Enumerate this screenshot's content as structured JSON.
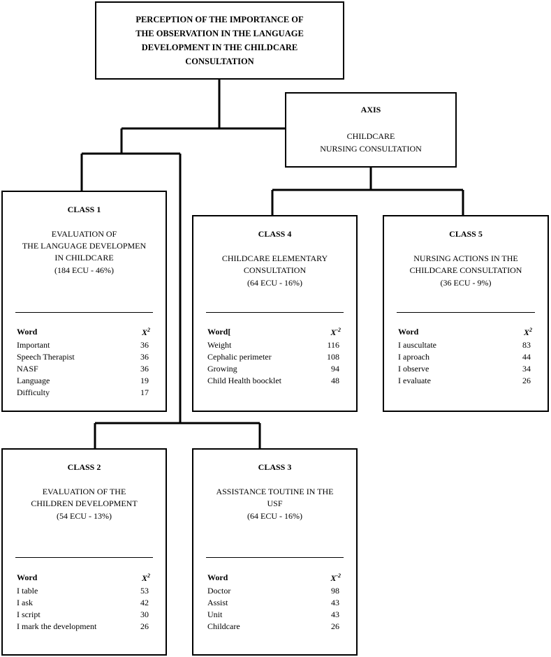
{
  "title": "PERCEPTION OF THE IMPORTANCE OF THE OBSERVATION IN THE LANGUAGE DEVELOPMENT IN THE  CHILDCARE CONSULTATION",
  "axis": {
    "label": "AXIS",
    "line1": "CHILDCARE",
    "line2": "NURSING CONSULTATION"
  },
  "table_header": {
    "word": "Word",
    "chi": "X",
    "chi_sup": "2"
  },
  "classes": [
    {
      "name": "CLASS 1",
      "description_lines": [
        "EVALUATION OF",
        "THE LANGUAGE DEVELOPMEN",
        "IN CHILDCARE"
      ],
      "share": "(184 ECU - 46%)",
      "word_header": "Word",
      "chi_sup": "2",
      "rows": [
        {
          "word": "Important",
          "value": "36"
        },
        {
          "word": "Speech Therapist",
          "value": "36"
        },
        {
          "word": "NASF",
          "value": "36"
        },
        {
          "word": "Language",
          "value": "19"
        },
        {
          "word": "Difficulty",
          "value": "17"
        }
      ]
    },
    {
      "name": "CLASS 2",
      "description_lines": [
        "EVALUATION OF THE",
        "CHILDREN DEVELOPMENT"
      ],
      "share": "(54 ECU - 13%)",
      "word_header": "Word",
      "chi_sup": "2",
      "rows": [
        {
          "word": "I table",
          "value": "53"
        },
        {
          "word": "I ask",
          "value": "42"
        },
        {
          "word": "I script",
          "value": "30"
        },
        {
          "word": "I mark the development",
          "value": "26"
        }
      ]
    },
    {
      "name": "CLASS 3",
      "description_lines": [
        "ASSISTANCE TOUTINE IN THE",
        "USF"
      ],
      "share": "(64 ECU - 16%)",
      "word_header": "Word",
      "chi_sup": "-2",
      "rows": [
        {
          "word": "Doctor",
          "value": "98"
        },
        {
          "word": "Assist",
          "value": "43"
        },
        {
          "word": "Unit",
          "value": "43"
        },
        {
          "word": "Childcare",
          "value": "26"
        }
      ]
    },
    {
      "name": "CLASS 4",
      "description_lines": [
        "CHILDCARE ELEMENTARY",
        "CONSULTATION"
      ],
      "share": "(64 ECU - 16%)",
      "word_header": "Word[",
      "chi_sup": "-2",
      "rows": [
        {
          "word": "Weight",
          "value": "116"
        },
        {
          "word": "Cephalic perimeter",
          "value": "108"
        },
        {
          "word": "Growing",
          "value": "94"
        },
        {
          "word": "Child Health boocklet",
          "value": "48"
        }
      ]
    },
    {
      "name": "CLASS 5",
      "description_lines": [
        "NURSING ACTIONS IN THE",
        "CHILDCARE CONSULTATION"
      ],
      "share": "(36 ECU - 9%)",
      "word_header": "Word",
      "chi_sup": "2",
      "rows": [
        {
          "word": "I auscultate",
          "value": "83"
        },
        {
          "word": "I aproach",
          "value": "44"
        },
        {
          "word": "I observe",
          "value": "34"
        },
        {
          "word": "I evaluate",
          "value": "26"
        }
      ]
    }
  ]
}
